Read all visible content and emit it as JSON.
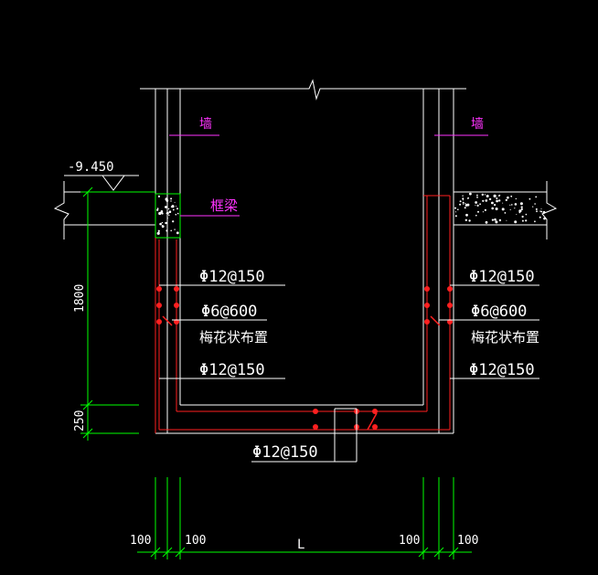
{
  "elevation": {
    "label": "-9.450"
  },
  "labels": {
    "wall_left": "墙",
    "wall_right": "墙",
    "frame_beam": "框梁",
    "rebar_left_top": "Φ12@150",
    "rebar_left_tie": "Φ6@600",
    "rebar_left_tie_note": "梅花状布置",
    "rebar_left_bottom": "Φ12@150",
    "rebar_right_top": "Φ12@150",
    "rebar_right_tie": "Φ6@600",
    "rebar_right_tie_note": "梅花状布置",
    "rebar_right_bottom": "Φ12@150",
    "rebar_base": "Φ12@150"
  },
  "dimensions": {
    "vertical_wall": "1800",
    "vertical_base": "250",
    "bottom_left_outer": "100",
    "bottom_left_inner": "100",
    "bottom_center": "L",
    "bottom_right_inner": "100",
    "bottom_right_outer": "100"
  },
  "colors": {
    "background": "#000000",
    "line": "#ffffff",
    "dimension": "#00ff00",
    "rebar": "#ff2020",
    "concrete_outline": "#ff4040",
    "label": "#ff33ff"
  }
}
